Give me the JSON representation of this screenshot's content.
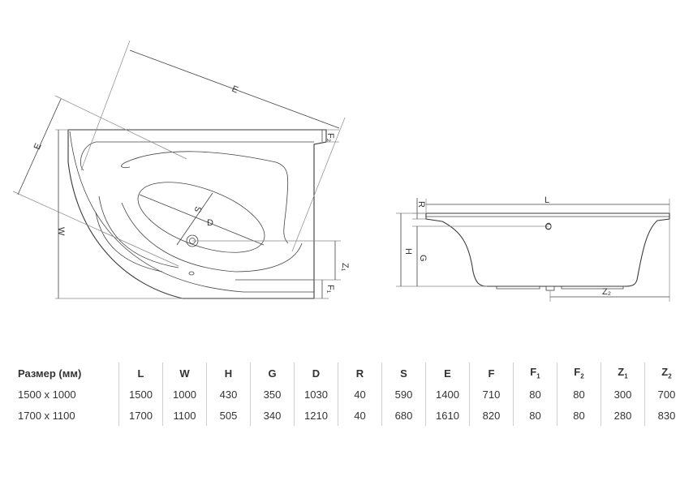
{
  "drawing_labels": {
    "top_view": {
      "E_top": "E",
      "E_left": "E",
      "W": "W",
      "S": "S",
      "D": "D",
      "F2": "F₂",
      "Z1": "Z₁",
      "F1": "F₁"
    },
    "side_view": {
      "L": "L",
      "R": "R",
      "H": "H",
      "G": "G",
      "O": "O",
      "Z2": "Z₂"
    }
  },
  "table": {
    "headers": [
      "Размер (мм)",
      "L",
      "W",
      "H",
      "G",
      "D",
      "R",
      "S",
      "E",
      "F",
      "F1",
      "F2",
      "Z1",
      "Z2"
    ],
    "rows": [
      [
        "1500 x 1000",
        "1500",
        "1000",
        "430",
        "350",
        "1030",
        "40",
        "590",
        "1400",
        "710",
        "80",
        "80",
        "300",
        "700"
      ],
      [
        "1700 x 1100",
        "1700",
        "1100",
        "505",
        "340",
        "1210",
        "40",
        "680",
        "1610",
        "820",
        "80",
        "80",
        "280",
        "830"
      ]
    ]
  }
}
